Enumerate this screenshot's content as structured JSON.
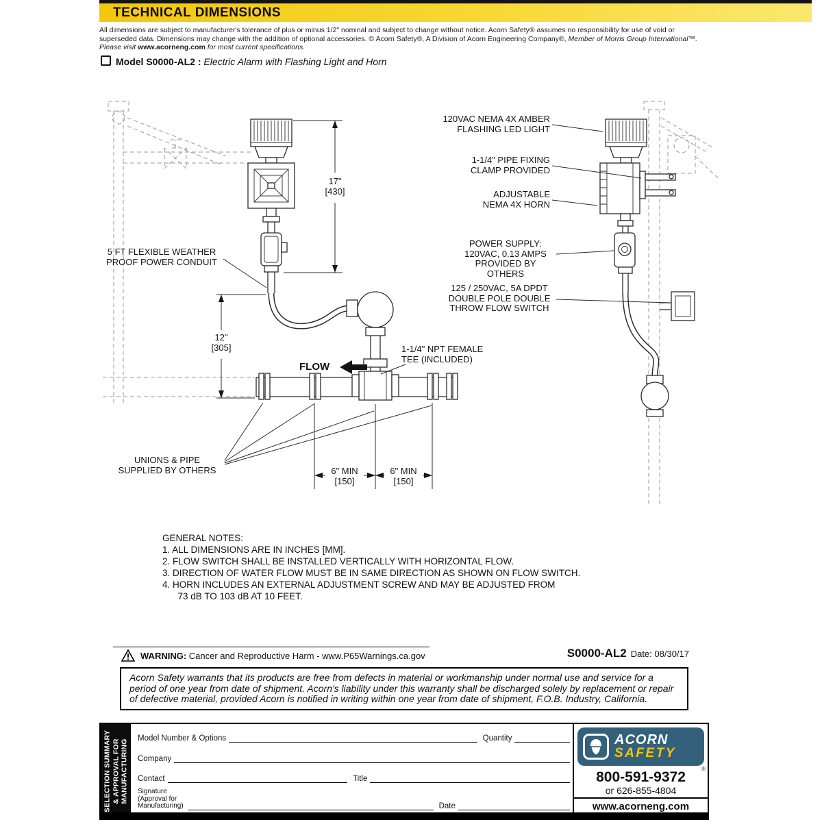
{
  "page": {
    "title": "TECHNICAL DIMENSIONS"
  },
  "colors": {
    "band_yellow": "#f3c70e",
    "brand_blue": "#33617c",
    "brand_yellow": "#f2c511"
  },
  "disclaimer": {
    "normal": "All dimensions are subject to manufacturer's tolerance of plus or minus 1/2\" nominal and subject to change without notice. Acorn Safety® assumes no responsibility for use of void or superseded data. Dimensions may change with the addition of optional accessories. © Acorn Safety®, A Division of Acorn Engineering Company®, ",
    "italic_lead": "Member of Morris Group International™. Please visit ",
    "link": "www.acorneng.com",
    "italic_tail": " for most current specifications."
  },
  "model": {
    "label": "Model S0000-AL2 :",
    "description": " Electric Alarm with Flashing Light and Horn"
  },
  "callouts": {
    "led_light": "120VAC NEMA 4X AMBER\nFLASHING LED LIGHT",
    "clamp": "1-1/4\" PIPE FIXING\nCLAMP PROVIDED",
    "horn": "ADJUSTABLE\nNEMA 4X HORN",
    "power": "POWER SUPPLY:\n120VAC, 0.13 AMPS\nPROVIDED BY OTHERS",
    "switch": "125 / 250VAC, 5A DPDT\nDOUBLE POLE DOUBLE\nTHROW FLOW SWITCH",
    "conduit": "5 FT FLEXIBLE WEATHER\nPROOF POWER CONDUIT",
    "unions": "UNIONS & PIPE\nSUPPLIED BY OTHERS",
    "tee": "1-1/4\" NPT FEMALE\nTEE (INCLUDED)",
    "flow": "FLOW"
  },
  "dimensions": {
    "height_in": "17\"",
    "height_mm": "[430]",
    "drop_in": "12\"",
    "drop_mm": "[305]",
    "left_min_in": "6\" MIN",
    "left_min_mm": "[150]",
    "right_min_in": "6\" MIN",
    "right_min_mm": "[150]"
  },
  "notes": {
    "title": "GENERAL NOTES:",
    "items": [
      "1. ALL DIMENSIONS ARE IN INCHES [MM].",
      "2. FLOW SWITCH SHALL BE INSTALLED VERTICALLY WITH HORIZONTAL FLOW.",
      "3. DIRECTION OF WATER FLOW MUST BE IN SAME DIRECTION AS SHOWN ON FLOW SWITCH.",
      "4. HORN INCLUDES AN EXTERNAL ADJUSTMENT SCREW AND MAY BE ADJUSTED FROM\n      73 dB TO 103 dB AT 10 FEET."
    ]
  },
  "warning": {
    "label": "WARNING:",
    "text": " Cancer and Reproductive Harm - www.P65Warnings.ca.gov",
    "model": "S0000-AL2",
    "date": "Date: 08/30/17"
  },
  "warranty": {
    "text": "Acorn Safety warrants that its products are free from defects in material or workmanship under normal use and service for a period of one year from date of shipment. Acorn's liability under this warranty shall be discharged solely by replacement or repair of defective material, provided Acorn is notified in writing within one year from date of shipment, F.O.B. Industry, California."
  },
  "form": {
    "sidebar": "SELECTION SUMMARY\n& APPROVAL FOR\nMANUFACTURING",
    "model_label": "Model Number & Options",
    "quantity_label": "Quantity",
    "company_label": "Company",
    "contact_label": "Contact",
    "title_label": "Title",
    "signature_label": "Signature\n(Approval for\nManufacturing)",
    "date_label": "Date"
  },
  "brand": {
    "name": "ACORN",
    "sub": "SAFETY",
    "reg": "®",
    "phone": "800-591-9372",
    "phone_alt": "or 626-855-4804",
    "site": "www.acorneng.com"
  }
}
